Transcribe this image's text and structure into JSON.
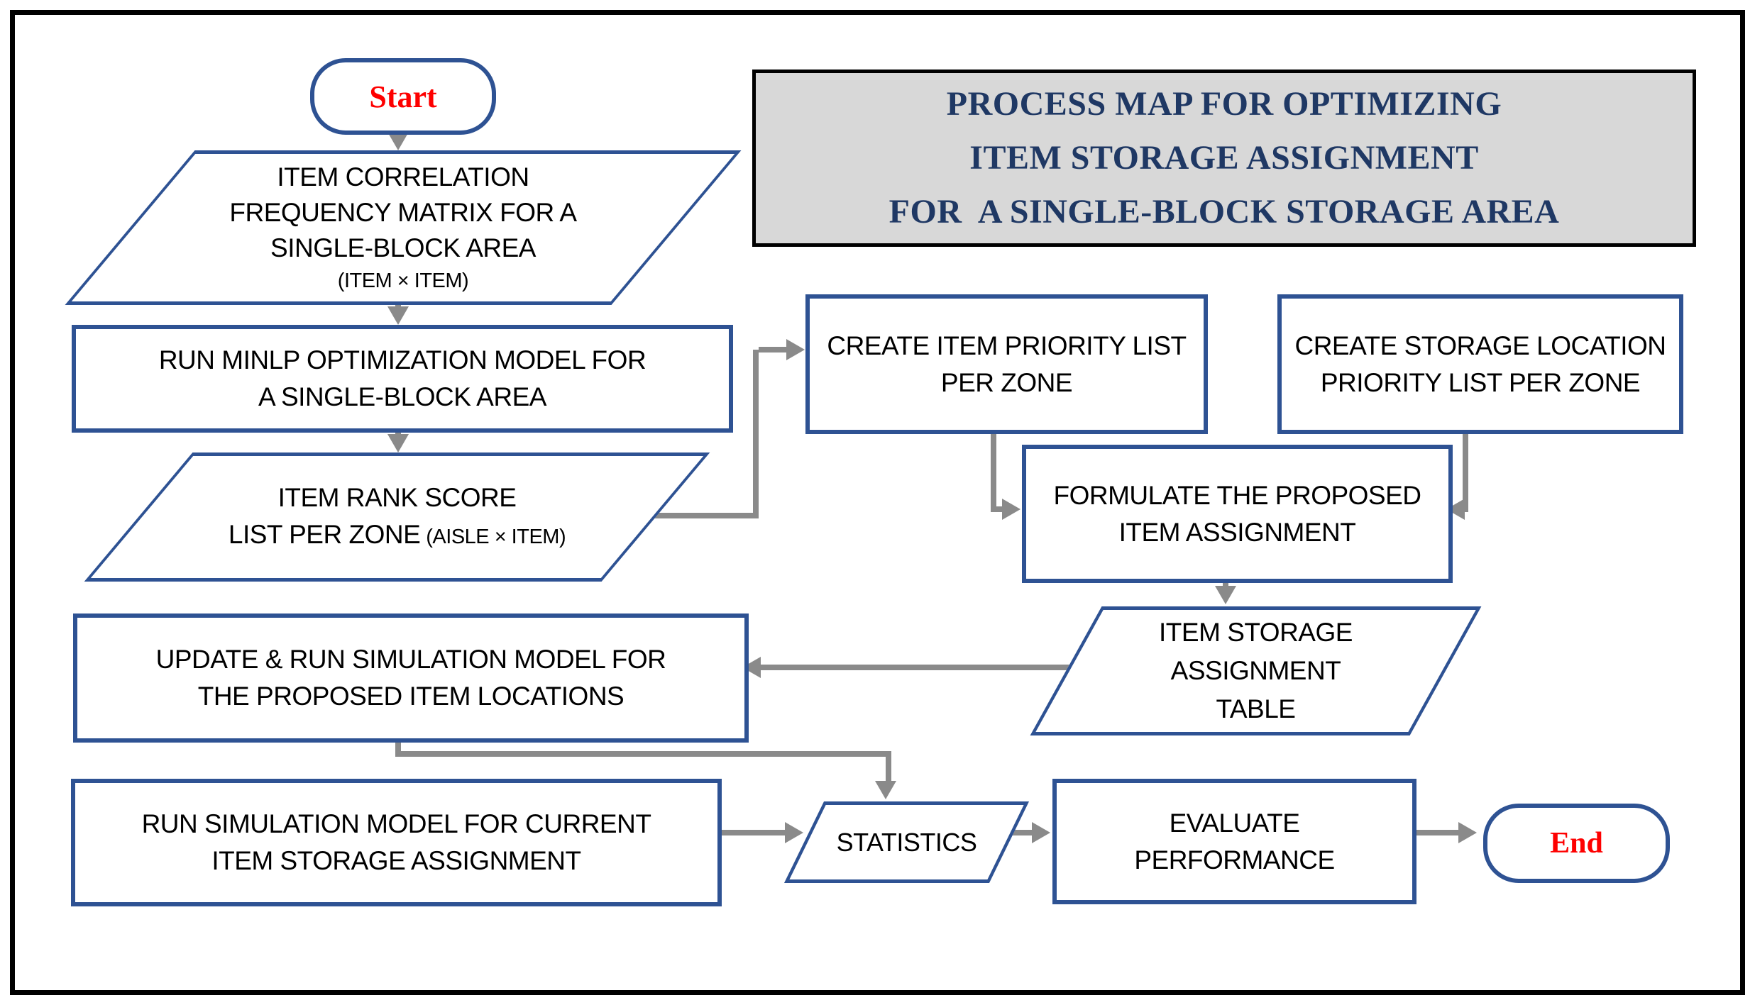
{
  "colors": {
    "shape_border": "#2e5293",
    "connector": "#8a8a8a",
    "title_text": "#1f3864",
    "title_bg": "#d8d8d8",
    "title_border": "#000000",
    "terminal_text": "#fe0000",
    "node_text": "#000000",
    "frame": "#000000"
  },
  "title_box": {
    "lines": [
      "PROCESS MAP FOR OPTIMIZING",
      "ITEM STORAGE ASSIGNMENT",
      "FOR  A SINGLE-BLOCK STORAGE AREA"
    ]
  },
  "nodes": {
    "start": {
      "label": "Start",
      "shape": "terminator"
    },
    "item_correlation_matrix": {
      "shape": "data-parallelogram",
      "lines": [
        "ITEM CORRELATION",
        "FREQUENCY MATRIX FOR A",
        "SINGLE-BLOCK AREA"
      ],
      "subline": "(ITEM × ITEM)"
    },
    "run_minlp": {
      "shape": "process",
      "lines": [
        "RUN MINLP OPTIMIZATION MODEL FOR",
        "A SINGLE-BLOCK AREA"
      ]
    },
    "item_rank_score": {
      "shape": "data-parallelogram",
      "line1": "ITEM RANK SCORE",
      "line2": "LIST PER ZONE",
      "line2_suffix": "(AISLE × ITEM)"
    },
    "create_item_priority": {
      "shape": "process",
      "lines": [
        "CREATE ITEM PRIORITY LIST",
        "PER ZONE"
      ]
    },
    "create_storage_priority": {
      "shape": "process",
      "lines": [
        "CREATE STORAGE LOCATION",
        "PRIORITY LIST PER ZONE"
      ]
    },
    "formulate_assignment": {
      "shape": "process",
      "lines": [
        "FORMULATE THE PROPOSED",
        "ITEM ASSIGNMENT"
      ]
    },
    "assignment_table": {
      "shape": "data-parallelogram",
      "lines": [
        "ITEM STORAGE",
        "ASSIGNMENT",
        "TABLE"
      ]
    },
    "update_run_simulation": {
      "shape": "process",
      "lines": [
        "UPDATE & RUN SIMULATION MODEL FOR",
        "THE PROPOSED ITEM LOCATIONS"
      ]
    },
    "run_simulation_current": {
      "shape": "process",
      "lines": [
        "RUN SIMULATION MODEL FOR CURRENT",
        "ITEM STORAGE ASSIGNMENT"
      ]
    },
    "statistics": {
      "shape": "data-parallelogram",
      "label": "STATISTICS"
    },
    "evaluate_performance": {
      "shape": "process",
      "lines": [
        "EVALUATE",
        "PERFORMANCE"
      ]
    },
    "end": {
      "label": "End",
      "shape": "terminator"
    }
  }
}
